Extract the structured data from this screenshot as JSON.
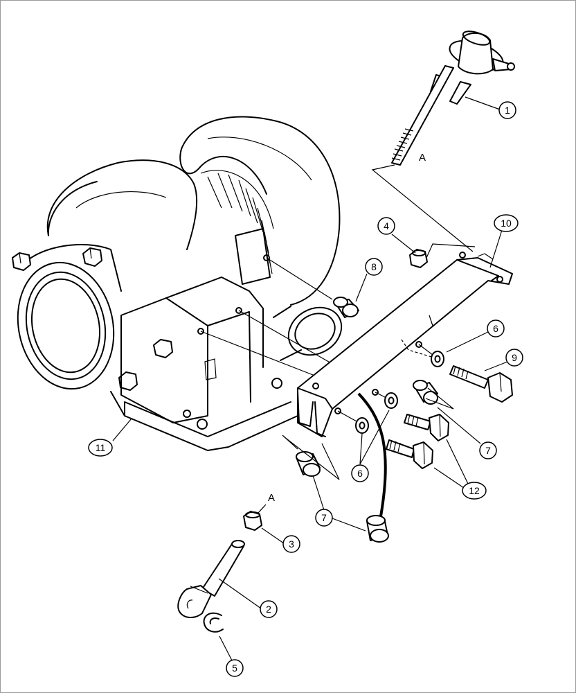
{
  "callouts": {
    "c1": "1",
    "c2": "2",
    "c3": "3",
    "c4": "4",
    "c5": "5",
    "c6a": "6",
    "c6b": "6",
    "c7a": "7",
    "c7b": "7",
    "c8": "8",
    "c9": "9",
    "c10": "10",
    "c11": "11",
    "c12": "12"
  },
  "reference_marks": {
    "top": "A",
    "bottom": "A"
  }
}
